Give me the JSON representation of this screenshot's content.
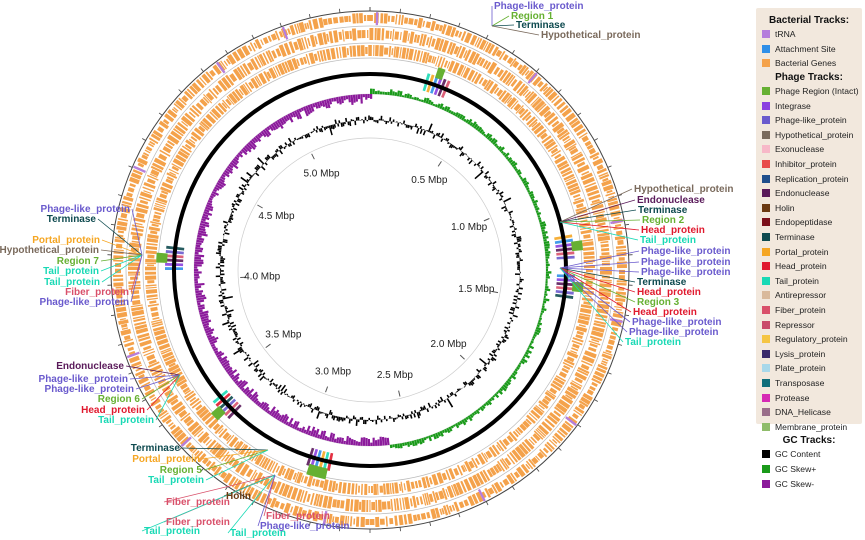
{
  "legend": {
    "bacterial_title": "Bacterial Tracks:",
    "bacterial": [
      {
        "label": "tRNA",
        "color": "#b57edc"
      },
      {
        "label": "Attachment Site",
        "color": "#2f8fe8"
      },
      {
        "label": "Bacterial Genes",
        "color": "#f4a24b"
      }
    ],
    "phage_title": "Phage Tracks:",
    "phage": [
      {
        "label": "Phage Region (Intact)",
        "color": "#66b032"
      },
      {
        "label": "Integrase",
        "color": "#8b3fe0"
      },
      {
        "label": "Phage-like_protein",
        "color": "#6a5acd"
      },
      {
        "label": "Hypothetical_protein",
        "color": "#7a6a5c"
      },
      {
        "label": "Exonuclease",
        "color": "#f7b8c8"
      },
      {
        "label": "Inhibitor_protein",
        "color": "#e84a4a"
      },
      {
        "label": "Replication_protein",
        "color": "#1f4e8c"
      },
      {
        "label": "Endonuclease",
        "color": "#5a1a5a"
      },
      {
        "label": "Holin",
        "color": "#6b3a12"
      },
      {
        "label": "Endopeptidase",
        "color": "#7a0f1a"
      },
      {
        "label": "Terminase",
        "color": "#0e4a4f"
      },
      {
        "label": "Portal_protein",
        "color": "#f5a623"
      },
      {
        "label": "Head_protein",
        "color": "#e0192e"
      },
      {
        "label": "Tail_protein",
        "color": "#19d9b5"
      },
      {
        "label": "Antirepressor",
        "color": "#d9b99b"
      },
      {
        "label": "Fiber_protein",
        "color": "#d9506a"
      },
      {
        "label": "Repressor",
        "color": "#c94a6a"
      },
      {
        "label": "Regulatory_protein",
        "color": "#f5c542"
      },
      {
        "label": "Lysis_protein",
        "color": "#3b2a6b"
      },
      {
        "label": "Plate_protein",
        "color": "#a8d8ea"
      },
      {
        "label": "Transposase",
        "color": "#0f6e7a"
      },
      {
        "label": "Protease",
        "color": "#d62ab4"
      },
      {
        "label": "DNA_Helicase",
        "color": "#9a6e8a"
      },
      {
        "label": "Membrane_protein",
        "color": "#8fbc6a"
      }
    ],
    "gc_title": "GC Tracks:",
    "gc": [
      {
        "label": "GC Content",
        "color": "#000000"
      },
      {
        "label": "GC Skew+",
        "color": "#1a9a1a"
      },
      {
        "label": "GC Skew-",
        "color": "#8b1a9b"
      }
    ]
  },
  "genome": {
    "length_mbp": 5.4,
    "ticks": [
      "0.5 Mbp",
      "1.0 Mbp",
      "1.5 Mbp",
      "2.0 Mbp",
      "2.5 Mbp",
      "3.0 Mbp",
      "3.5 Mbp",
      "4.0 Mbp",
      "4.5 Mbp",
      "5.0 Mbp"
    ]
  },
  "regions": [
    {
      "name": "Region 1",
      "start_mbp": 0.28,
      "end_mbp": 0.31
    },
    {
      "name": "Region 2",
      "start_mbp": 1.23,
      "end_mbp": 1.27
    },
    {
      "name": "Region 3",
      "start_mbp": 1.4,
      "end_mbp": 1.44
    },
    {
      "name": "Region 5",
      "start_mbp": 2.88,
      "end_mbp": 2.96
    },
    {
      "name": "Region 6",
      "start_mbp": 3.38,
      "end_mbp": 3.42
    },
    {
      "name": "Region 7",
      "start_mbp": 4.08,
      "end_mbp": 4.12
    }
  ],
  "annotation_groups": [
    {
      "labels": [
        {
          "text": "Phage-like_protein",
          "color": "#6a5acd"
        },
        {
          "text": "Region 1",
          "color": "#66b032"
        },
        {
          "text": "Terminase",
          "color": "#0e4a4f"
        },
        {
          "text": "Hypothetical_protein",
          "color": "#7a6a5c"
        }
      ]
    },
    {
      "labels": [
        {
          "text": "Hypothetical_protein",
          "color": "#7a6a5c"
        },
        {
          "text": "Endonuclease",
          "color": "#5a1a5a"
        },
        {
          "text": "Terminase",
          "color": "#0e4a4f"
        },
        {
          "text": "Region 2",
          "color": "#66b032"
        },
        {
          "text": "Head_protein",
          "color": "#e0192e"
        },
        {
          "text": "Tail_protein",
          "color": "#19d9b5"
        }
      ]
    },
    {
      "labels": [
        {
          "text": "Phage-like_protein",
          "color": "#6a5acd"
        },
        {
          "text": "Phage-like_protein",
          "color": "#6a5acd"
        },
        {
          "text": "Phage-like_protein",
          "color": "#6a5acd"
        },
        {
          "text": "Terminase",
          "color": "#0e4a4f"
        },
        {
          "text": "Head_protein",
          "color": "#e0192e"
        },
        {
          "text": "Region 3",
          "color": "#66b032"
        },
        {
          "text": "Head_protein",
          "color": "#e0192e"
        },
        {
          "text": "Phage-like_protein",
          "color": "#6a5acd"
        },
        {
          "text": "Phage-like_protein",
          "color": "#6a5acd"
        },
        {
          "text": "Tail_protein",
          "color": "#19d9b5"
        }
      ]
    },
    {
      "labels": [
        {
          "text": "Phage-like_protein",
          "color": "#6a5acd"
        },
        {
          "text": "Terminase",
          "color": "#0e4a4f"
        },
        {
          "text": "Portal_protein",
          "color": "#f5a623"
        },
        {
          "text": "Hypothetical_protein",
          "color": "#7a6a5c"
        },
        {
          "text": "Region 7",
          "color": "#66b032"
        },
        {
          "text": "Tail_protein",
          "color": "#19d9b5"
        },
        {
          "text": "Tail_protein",
          "color": "#19d9b5"
        },
        {
          "text": "Fiber_protein",
          "color": "#d9506a"
        },
        {
          "text": "Phage-like_protein",
          "color": "#6a5acd"
        }
      ]
    },
    {
      "labels": [
        {
          "text": "Endonuclease",
          "color": "#5a1a5a"
        },
        {
          "text": "Phage-like_protein",
          "color": "#6a5acd"
        },
        {
          "text": "Phage-like_protein",
          "color": "#6a5acd"
        },
        {
          "text": "Region 6",
          "color": "#66b032"
        },
        {
          "text": "Head_protein",
          "color": "#e0192e"
        },
        {
          "text": "Tail_protein",
          "color": "#19d9b5"
        }
      ]
    },
    {
      "labels": [
        {
          "text": "Terminase",
          "color": "#0e4a4f"
        },
        {
          "text": "Portal_protein",
          "color": "#f5a623"
        },
        {
          "text": "Region 5",
          "color": "#66b032"
        },
        {
          "text": "Tail_protein",
          "color": "#19d9b5"
        }
      ]
    },
    {
      "labels": [
        {
          "text": "Holin",
          "color": "#6b3a12"
        },
        {
          "text": "Fiber_protein",
          "color": "#d9506a"
        },
        {
          "text": "Fiber_protein",
          "color": "#d9506a"
        },
        {
          "text": "Fiber_protein",
          "color": "#d9506a"
        },
        {
          "text": "Tail_protein",
          "color": "#19d9b5"
        },
        {
          "text": "Tail_protein",
          "color": "#19d9b5"
        },
        {
          "text": "Phage-like_protein",
          "color": "#6a5acd"
        }
      ]
    }
  ]
}
